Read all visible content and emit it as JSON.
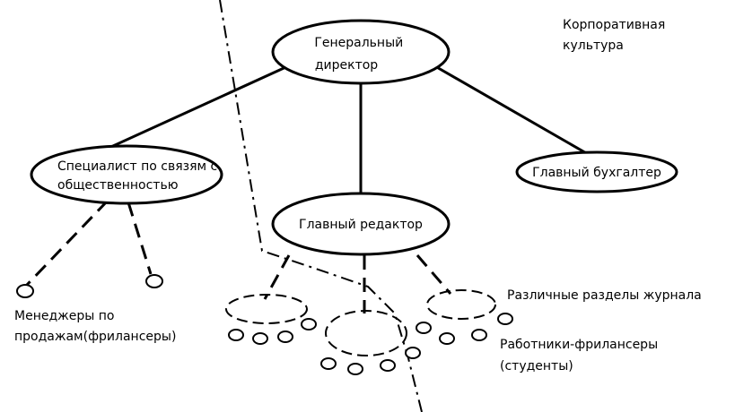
{
  "diagram": {
    "corporate_culture": [
      "Корпоративная",
      "культура"
    ],
    "general_director": [
      "Генеральный",
      "директор"
    ],
    "pr_specialist": [
      "Специалист по связям с",
      "общественностью"
    ],
    "chief_accountant": "Главный бухгалтер",
    "chief_editor": "Главный редактор",
    "sales_managers": [
      "Менеджеры по",
      "продажам(фрилансеры)"
    ],
    "magazine_sections": "Различные разделы журнала",
    "freelance_workers": [
      "Работники-фрилансеры",
      "(студенты)"
    ]
  }
}
